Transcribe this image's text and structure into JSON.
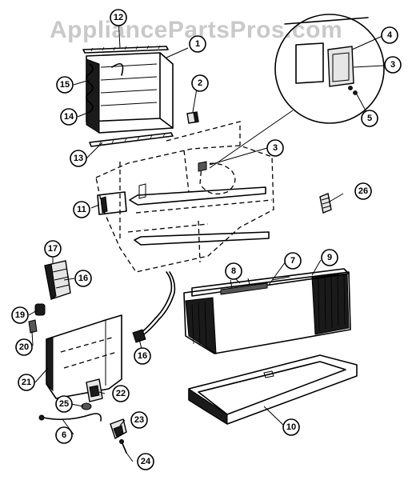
{
  "watermark": "AppliancePartsPros.com",
  "callouts": [
    {
      "label": "1"
    },
    {
      "label": "2"
    },
    {
      "label": "3"
    },
    {
      "label": "3"
    },
    {
      "label": "4"
    },
    {
      "label": "5"
    },
    {
      "label": "6"
    },
    {
      "label": "7"
    },
    {
      "label": "8"
    },
    {
      "label": "9"
    },
    {
      "label": "10"
    },
    {
      "label": "11"
    },
    {
      "label": "12"
    },
    {
      "label": "13"
    },
    {
      "label": "14"
    },
    {
      "label": "15"
    },
    {
      "label": "16"
    },
    {
      "label": "16"
    },
    {
      "label": "17"
    },
    {
      "label": "19"
    },
    {
      "label": "20"
    },
    {
      "label": "21"
    },
    {
      "label": "22"
    },
    {
      "label": "23"
    },
    {
      "label": "24"
    },
    {
      "label": "25"
    },
    {
      "label": "26"
    }
  ]
}
